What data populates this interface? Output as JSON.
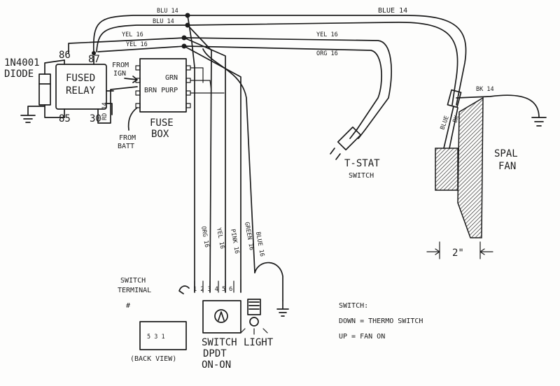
{
  "components": {
    "diode": {
      "line1": "1N4001",
      "line2": "DIODE"
    },
    "relay": {
      "line1": "FUSED",
      "line2": "RELAY",
      "pin86": "86",
      "pin87": "87",
      "pin85": "85",
      "pin30": "30"
    },
    "fuse_box": {
      "from_ign_1": "FROM",
      "from_ign_2": "IGN",
      "from_batt_1": "FROM",
      "from_batt_2": "BATT",
      "grn": "GRN",
      "brn_purp": "BRN PURP",
      "label1": "FUSE",
      "label2": "BOX"
    },
    "tstat": {
      "line1": "T-STAT",
      "line2": "SWITCH"
    },
    "fan": {
      "line1": "SPAL",
      "line2": "FAN",
      "dimension": "2\""
    },
    "switch": {
      "terminal1": "SWITCH",
      "terminal2": "TERMINAL",
      "hash": "#",
      "pins": "1 2 3 4 5 6",
      "label1": "SWITCH",
      "label2": "DPDT",
      "label3": "ON-ON",
      "back_view": "(BACK VIEW)",
      "back_pins": "5 3 1"
    },
    "light": {
      "label": "LIGHT"
    }
  },
  "wires": {
    "blu14_a": "BLU 14",
    "blu14_b": "BLU 14",
    "blue14_right": "BLUE 14",
    "yel16_a": "YEL 16",
    "yel16_b": "YEL 16",
    "yel16_right": "YEL 16",
    "org16": "ORG 16",
    "rd14": "RD 14",
    "bk14": "BK 14",
    "fan_blue": "BLUE",
    "fan_bk": "BK",
    "org16_v": "ORG 16",
    "yel16_v": "YEL 16",
    "pink16_v": "PINK 16",
    "green16_v": "GREEN 16",
    "blue16_v": "BLUE 16"
  },
  "notes": {
    "title": "SWITCH:",
    "line1": "DOWN = THERMO SWITCH",
    "line2": "UP = FAN ON"
  }
}
